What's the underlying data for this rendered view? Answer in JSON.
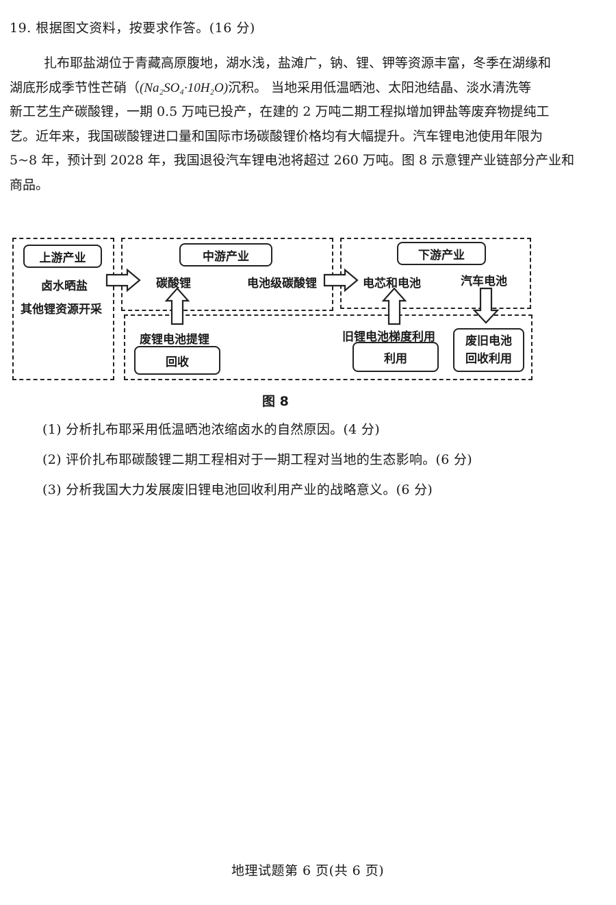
{
  "question": {
    "title": "19. 根据图文资料，按要求作答。(16 分)",
    "paragraph": {
      "line1": "扎布耶盐湖位于青藏高原腹地，湖水浅，盐滩广，钠、锂、钾等资源丰富，冬季在湖缘和",
      "line2_pre": "湖底形成季节性芒硝（",
      "chem_formula": "(Na₂SO₄·10H₂O)",
      "line2_post": "沉积。 当地采用低温晒池、太阳池结晶、淡水清洗等",
      "line3": "新工艺生产碳酸锂，一期 0.5 万吨已投产，在建的 2 万吨二期工程拟增加钾盐等废弃物提纯工",
      "line4": "艺。近年来，我国碳酸锂进口量和国际市场碳酸锂价格均有大幅提升。汽车锂电池使用年限为",
      "line5": "5~8 年，预计到 2028 年，我国退役汽车锂电池将超过 260 万吨。图 8 示意锂产业链部分产业和",
      "line6": "商品。"
    }
  },
  "diagram": {
    "upstream": {
      "label": "上游产业",
      "item1": "卤水晒盐",
      "item2": "其他锂资源开采"
    },
    "midstream": {
      "label": "中游产业",
      "item1": "碳酸锂",
      "item2": "电池级碳酸锂"
    },
    "downstream": {
      "label": "下游产业",
      "item1": "电芯和电池",
      "item2": "汽车电池"
    },
    "recycle": {
      "left_title": "废锂电池提锂",
      "left_box": "回收",
      "mid_title": "旧锂电池梯度利用",
      "mid_box": "利用",
      "right_box_line1": "废旧电池",
      "right_box_line2": "回收利用"
    },
    "caption": "图 8"
  },
  "sub_questions": [
    "(1) 分析扎布耶采用低温晒池浓缩卤水的自然原因。(4 分)",
    "(2) 评价扎布耶碳酸锂二期工程相对于一期工程对当地的生态影响。(6 分)",
    "(3) 分析我国大力发展废旧锂电池回收利用产业的战略意义。(6 分)"
  ],
  "footer": "地理试题第 6 页(共 6 页)"
}
